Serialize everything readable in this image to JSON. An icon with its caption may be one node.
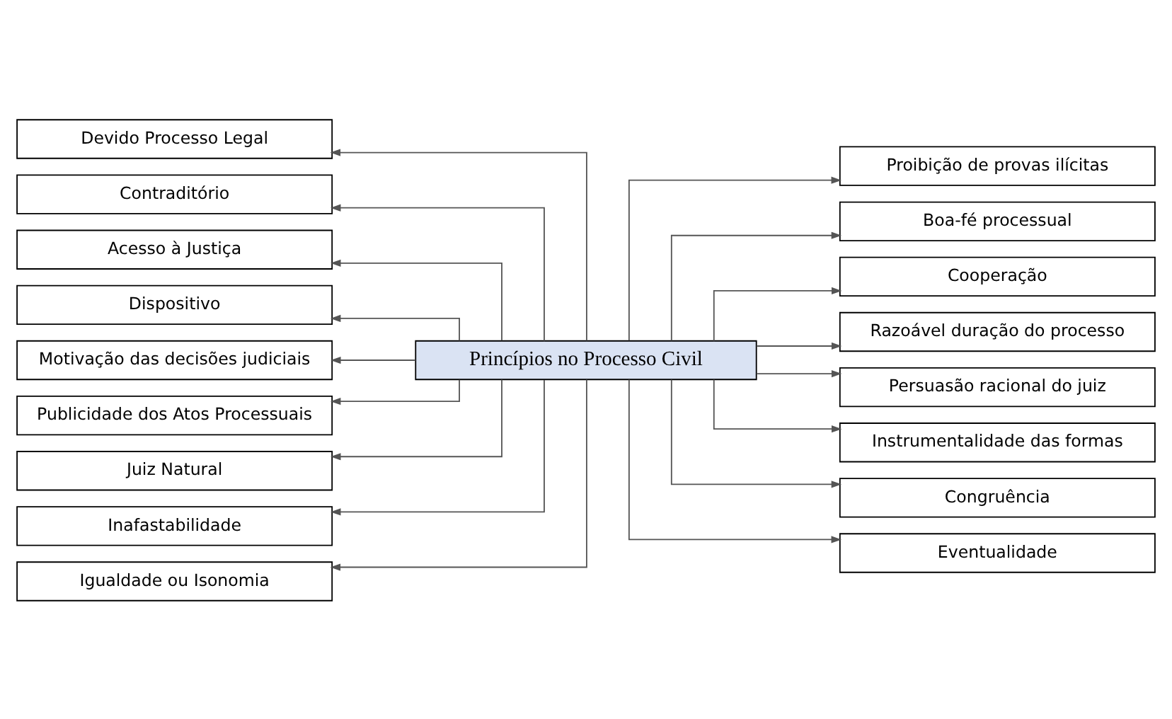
{
  "diagram": {
    "nodes": [
      {
        "text": [
          "Princípios no Processo Civil"
        ]
      },
      {
        "text": [
          "Devido Processo Legal"
        ]
      },
      {
        "text": [
          "Contraditório"
        ]
      },
      {
        "text": [
          "Acesso à Justiça"
        ]
      },
      {
        "text": [
          "Dispositivo"
        ]
      },
      {
        "text": [
          "Motivação das decisões judiciais"
        ]
      },
      {
        "text": [
          "Publicidade dos Atos Processuais"
        ]
      },
      {
        "text": [
          "Juiz Natural"
        ]
      },
      {
        "text": [
          "Inafastabilidade"
        ]
      },
      {
        "text": [
          "Igualdade ou Isonomia"
        ]
      },
      {
        "text": [
          "Proibição de provas ilícitas"
        ]
      },
      {
        "text": [
          "Boa-fé processual"
        ]
      },
      {
        "text": [
          "Cooperação"
        ]
      },
      {
        "text": [
          "Razoável duração do processo"
        ]
      },
      {
        "text": [
          "Persuasão racional do juiz"
        ]
      },
      {
        "text": [
          "Instrumentalidade das formas"
        ]
      },
      {
        "text": [
          "Congruência"
        ]
      },
      {
        "text": [
          "Eventualidade"
        ]
      }
    ],
    "edges": [
      {
        "from": 0,
        "to": 1,
        "arrow": "to"
      },
      {
        "from": 0,
        "to": 2,
        "arrow": "to"
      },
      {
        "from": 0,
        "to": 3,
        "arrow": "to"
      },
      {
        "from": 0,
        "to": 4,
        "arrow": "to"
      },
      {
        "from": 0,
        "to": 5,
        "arrow": "to"
      },
      {
        "from": 0,
        "to": 6,
        "arrow": "to"
      },
      {
        "from": 0,
        "to": 7,
        "arrow": "to"
      },
      {
        "from": 0,
        "to": 8,
        "arrow": "to"
      },
      {
        "from": 0,
        "to": 9,
        "arrow": "to"
      },
      {
        "from": 0,
        "to": 10,
        "arrow": "to"
      },
      {
        "from": 0,
        "to": 11,
        "arrow": "to"
      },
      {
        "from": 0,
        "to": 12,
        "arrow": "to"
      },
      {
        "from": 0,
        "to": 13,
        "arrow": "to"
      },
      {
        "from": 0,
        "to": 14,
        "arrow": "to"
      },
      {
        "from": 0,
        "to": 15,
        "arrow": "to"
      },
      {
        "from": 0,
        "to": 16,
        "arrow": "to"
      },
      {
        "from": 0,
        "to": 17,
        "arrow": "to"
      }
    ]
  }
}
